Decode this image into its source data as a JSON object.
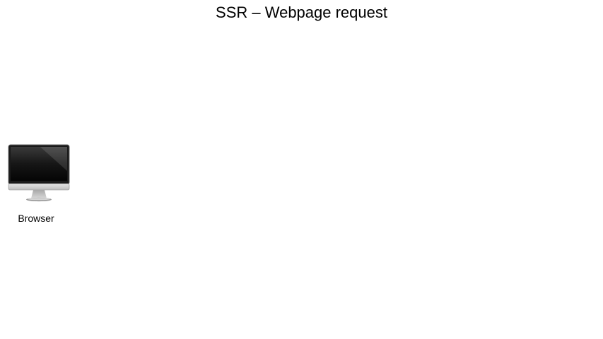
{
  "slide": {
    "title": "SSR – Webpage request"
  },
  "nodes": [
    {
      "id": "browser",
      "label": "Browser",
      "icon": "monitor-icon"
    }
  ]
}
